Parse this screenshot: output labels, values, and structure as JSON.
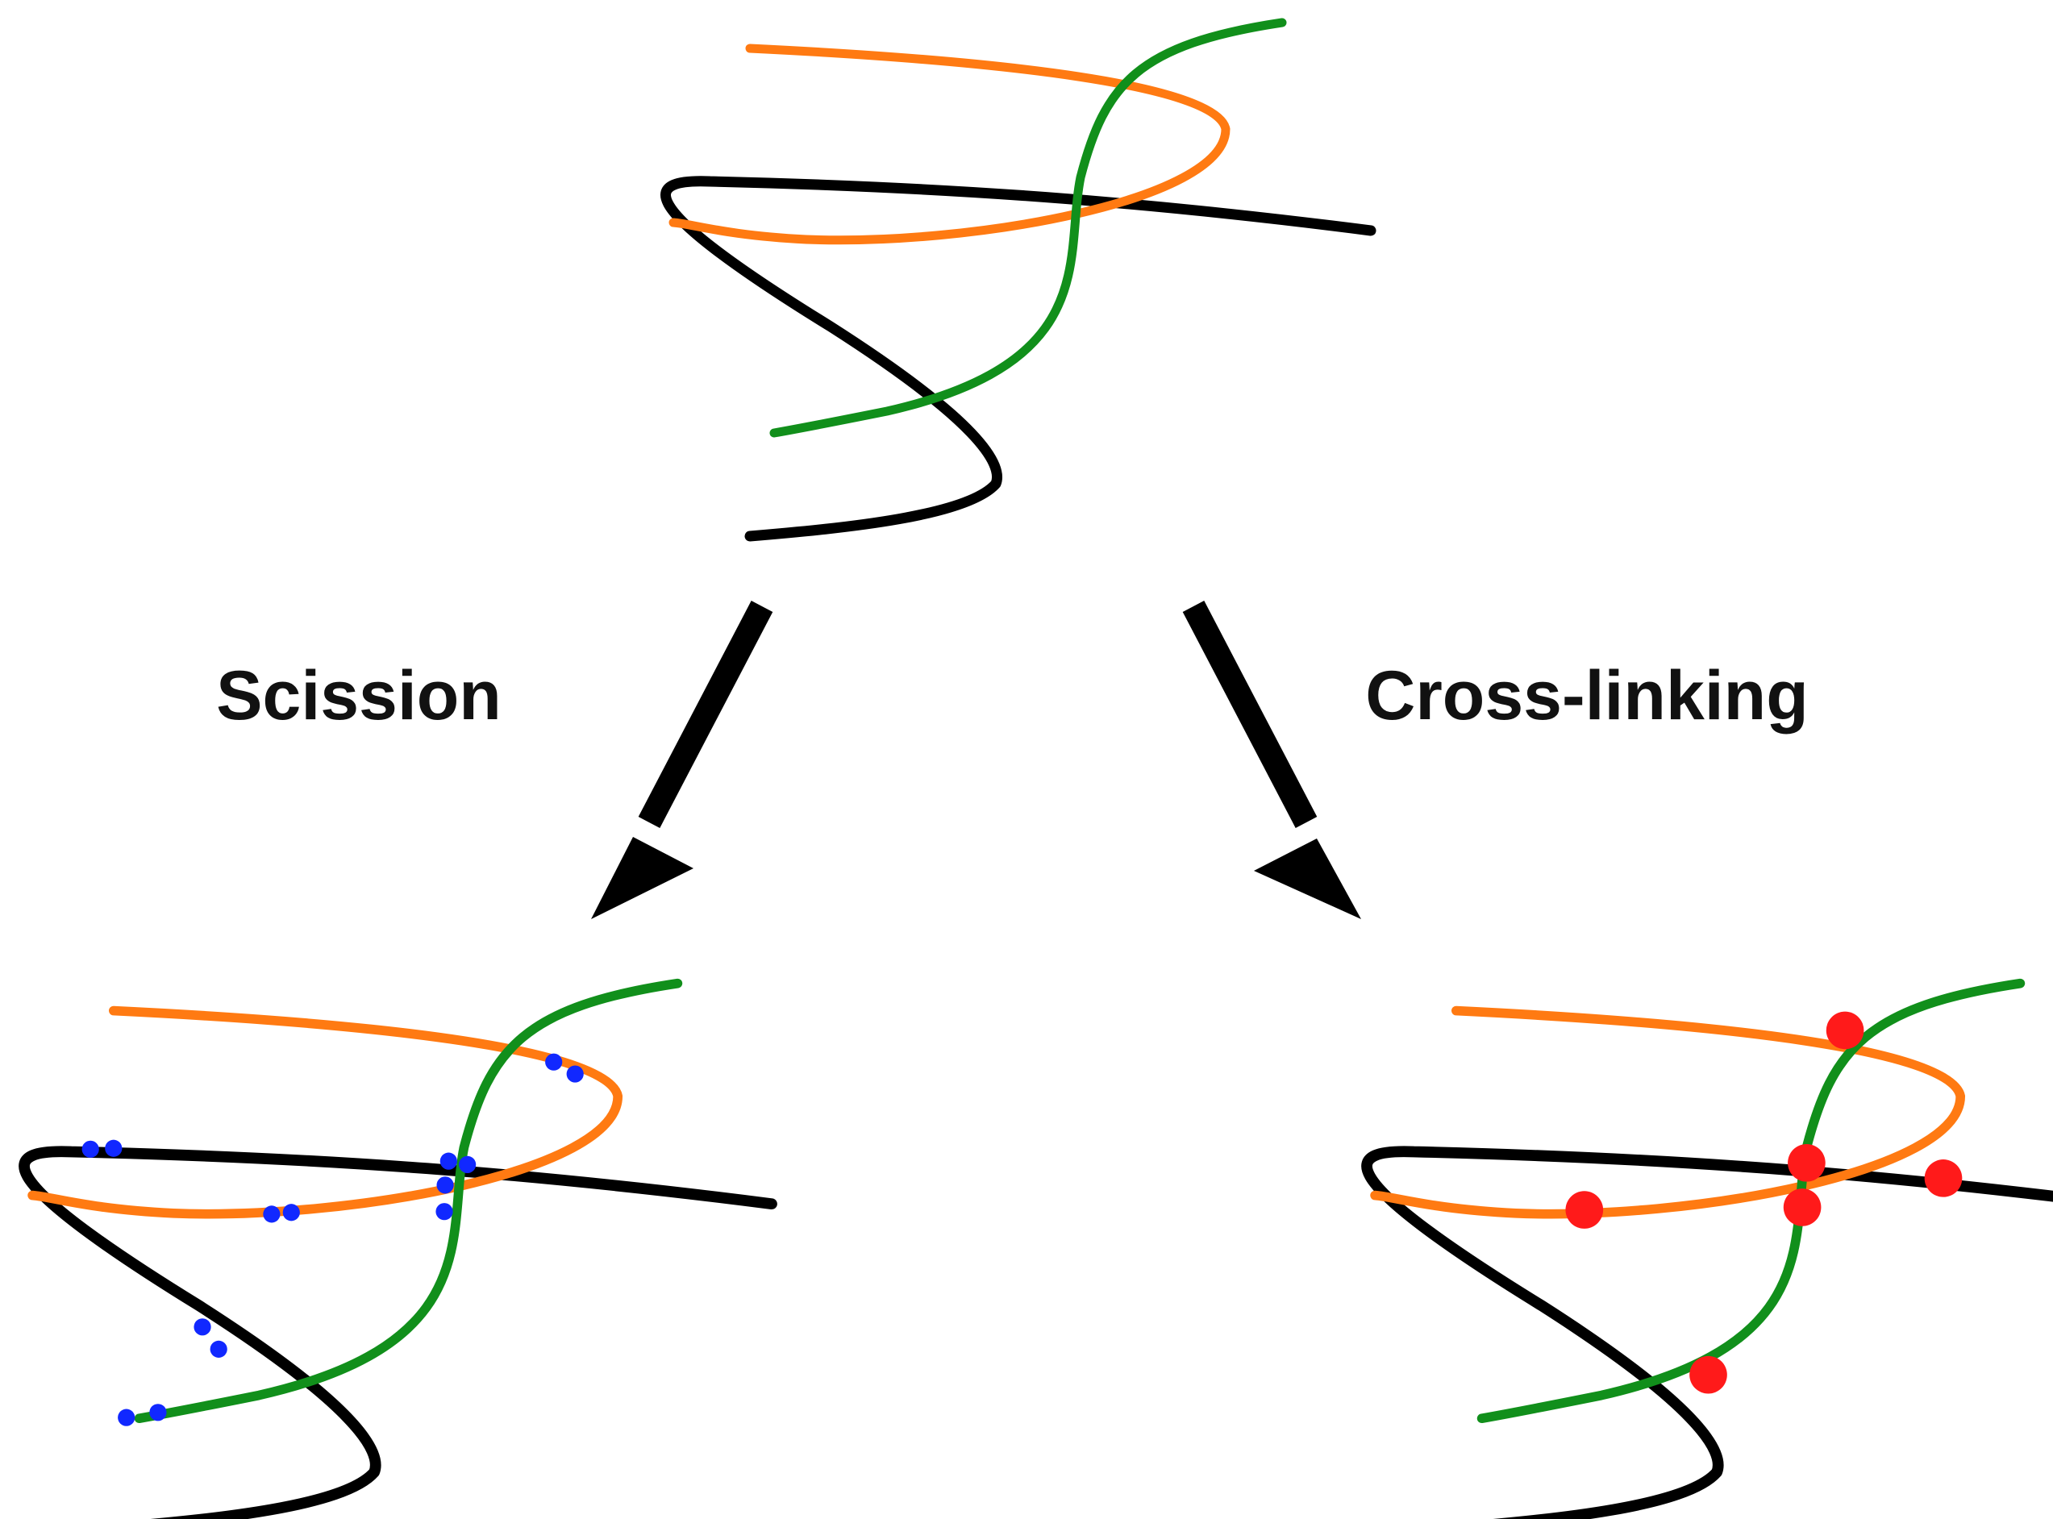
{
  "labels": {
    "scission": "Scission",
    "crosslinking": "Cross-linking"
  },
  "colors": {
    "background": "#ffffff",
    "chain_black": "#000000",
    "chain_orange": "#ff7a12",
    "chain_green": "#118f1b",
    "scission_marker": "#1128ff",
    "crosslink_marker": "#ff1a1a",
    "arrow": "#000000"
  },
  "panels": [
    {
      "id": "top",
      "role": "initial polymer chains"
    },
    {
      "id": "bottom-left",
      "role": "after scission",
      "marker": "scission_marker",
      "marker_count": 14
    },
    {
      "id": "bottom-right",
      "role": "after cross-linking",
      "marker": "crosslink_marker",
      "marker_count": 6
    }
  ]
}
